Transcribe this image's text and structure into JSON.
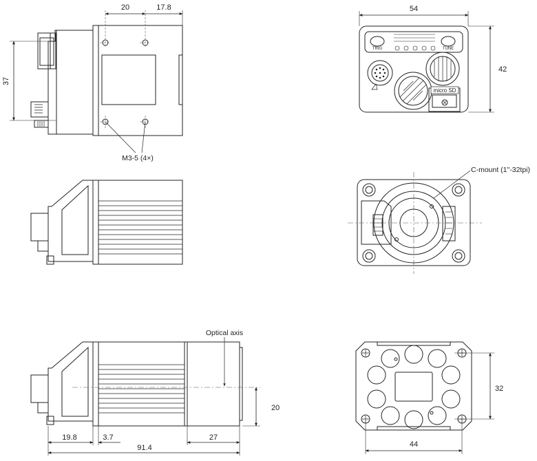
{
  "dimensions": {
    "top_hole_x1": "20",
    "top_hole_x2": "17.8",
    "top_height": "37",
    "front_width": "54",
    "front_height": "42",
    "back_height": "32",
    "back_width": "44",
    "bottom_axis_height": "20",
    "bottom_left_offset": "19.8",
    "bottom_step": "3.7",
    "bottom_right_offset": "27",
    "total_length": "91.4"
  },
  "labels": {
    "screw_note": "M3-5 (4×)",
    "mount_note": "C-mount (1\"-32tpi)",
    "optical_axis": "Optical axis",
    "trig": "TRIG",
    "tune": "TUNE",
    "micro_sd": "micro SD"
  },
  "colors": {
    "line": "#222222",
    "dash": "#555555"
  }
}
